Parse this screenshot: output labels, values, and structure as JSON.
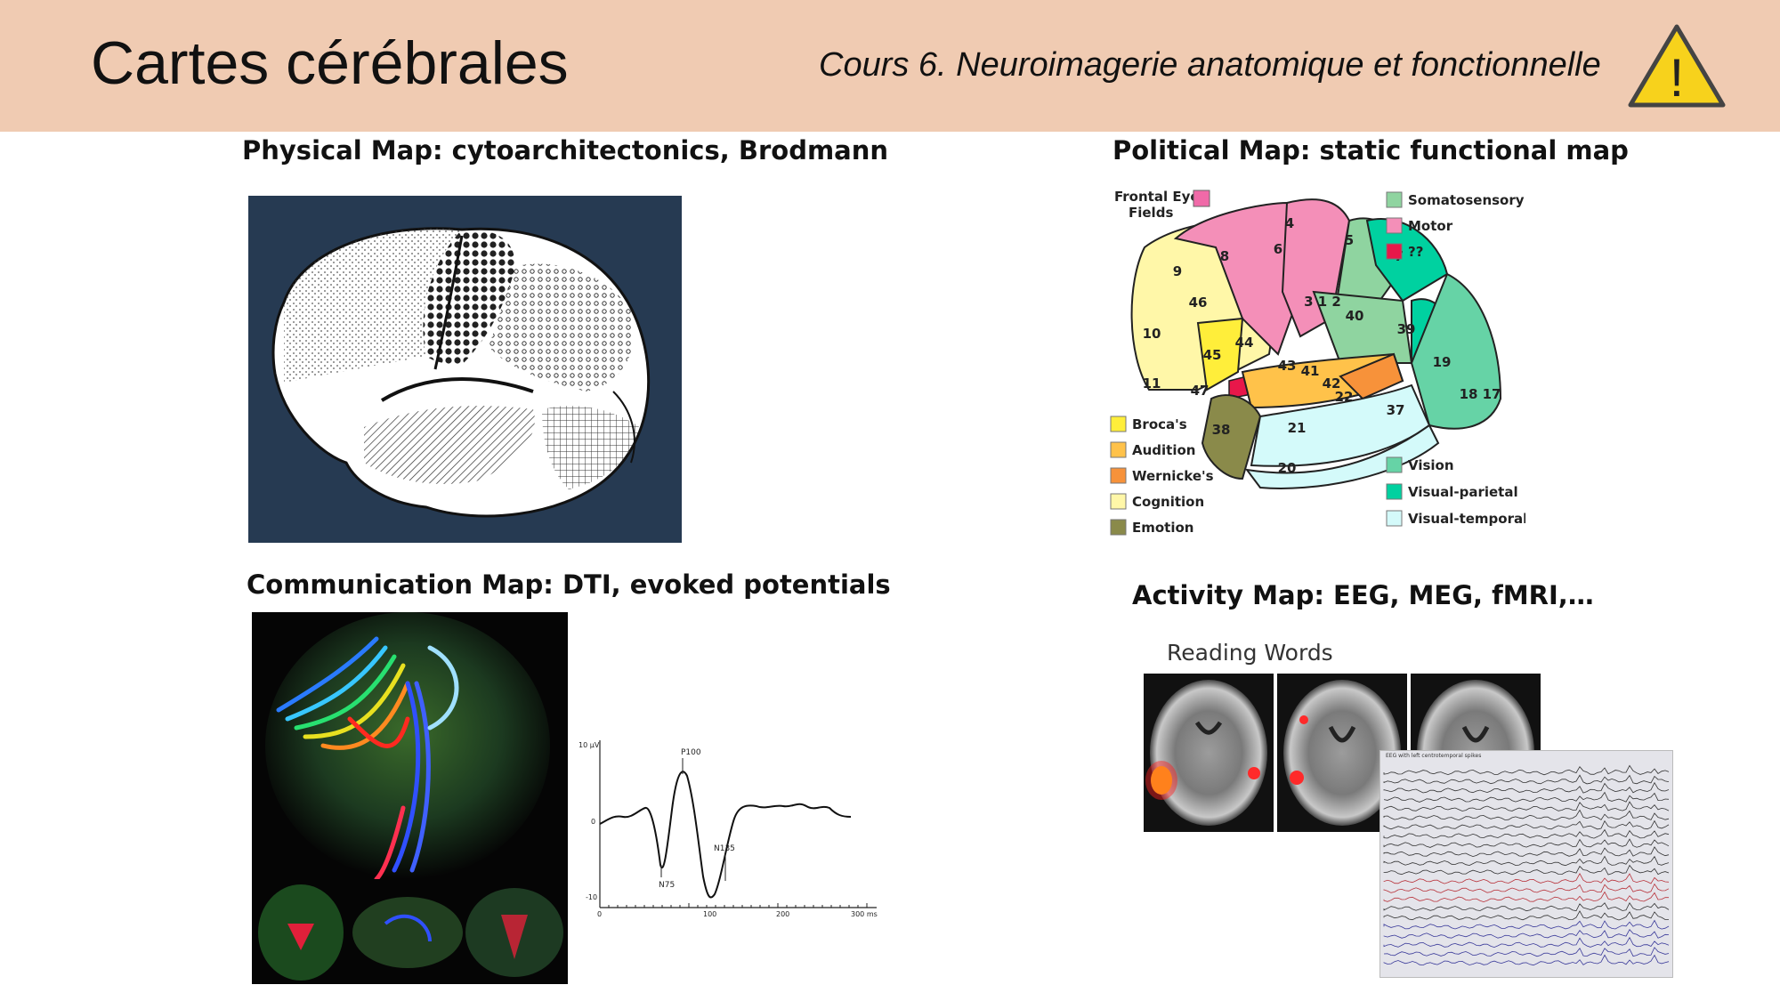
{
  "header": {
    "title": "Cartes cérébrales",
    "subtitle": "Cours 6. Neuroimagerie anatomique et fonctionnelle",
    "warning_icon": "warning-triangle-icon",
    "warning_mark": "!",
    "background_color": "#f0cbb2"
  },
  "sections": {
    "physical": {
      "heading": "Physical Map: cytoarchitectonics, Brodmann"
    },
    "political": {
      "heading": "Political Map: static functional map"
    },
    "communication": {
      "heading": "Communication Map: DTI, evoked potentials"
    },
    "activity": {
      "heading": "Activity Map: EEG, MEG, fMRI,…"
    }
  },
  "political_map": {
    "top_label_line1": "Frontal Eye",
    "top_label_line2": "Fields",
    "legend_top": [
      {
        "label": "Somatosensory",
        "color": "#8fd4a0"
      },
      {
        "label": "Motor",
        "color": "#f48fb8"
      },
      {
        "label": "??",
        "color": "#e8174a"
      }
    ],
    "legend_left": [
      {
        "label": "Broca's",
        "color": "#ffee3a"
      },
      {
        "label": "Audition",
        "color": "#ffc24a"
      },
      {
        "label": "Wernicke's",
        "color": "#f7923a"
      },
      {
        "label": "Cognition",
        "color": "#fff7a8"
      },
      {
        "label": "Emotion",
        "color": "#8a8a4a"
      }
    ],
    "legend_right": [
      {
        "label": "Vision",
        "color": "#66d3a6"
      },
      {
        "label": "Visual-parietal",
        "color": "#00d1a0"
      },
      {
        "label": "Visual-temporal",
        "color": "#d4fafa"
      }
    ],
    "areas": [
      "4",
      "6",
      "8",
      "5",
      "7",
      "9",
      "46",
      "3 1 2",
      "40",
      "39",
      "10",
      "44",
      "45",
      "43",
      "41",
      "42",
      "22",
      "11",
      "47",
      "19",
      "18",
      "17",
      "38",
      "21",
      "37",
      "20"
    ]
  },
  "evoked_potential": {
    "y_unit_top": "10 µV",
    "y_zero": "0",
    "y_bottom": "-10",
    "x_ticks": [
      "0",
      "100",
      "200",
      "300 ms"
    ],
    "peaks": [
      {
        "label": "P100"
      },
      {
        "label": "N75"
      },
      {
        "label": "N135"
      }
    ]
  },
  "activity_map": {
    "fmri_title": "Reading Words",
    "eeg_caption": "EEG with left centrotemporal spikes"
  }
}
